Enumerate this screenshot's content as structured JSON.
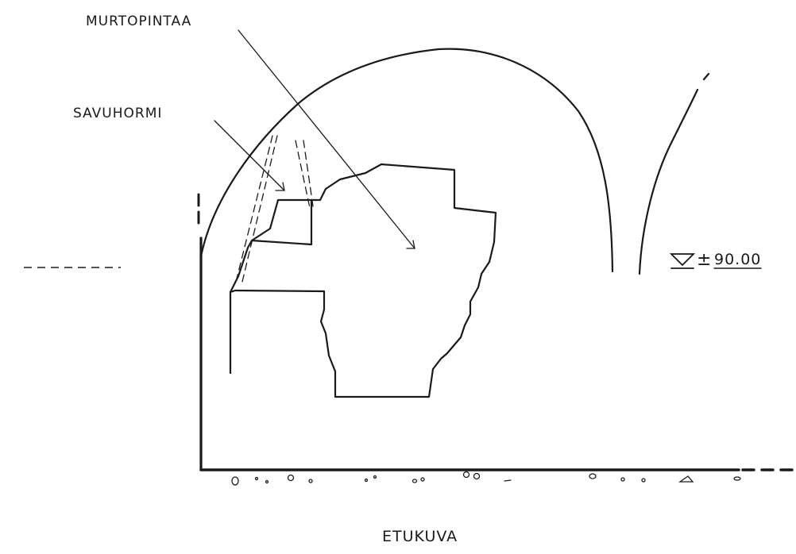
{
  "labels": {
    "fracture_surface": "MURTOPINTAA",
    "chimney": "SAVUHORMI",
    "elevation_prefix": "±",
    "elevation_value": "90.00",
    "view_title": "ETUKUVA"
  }
}
